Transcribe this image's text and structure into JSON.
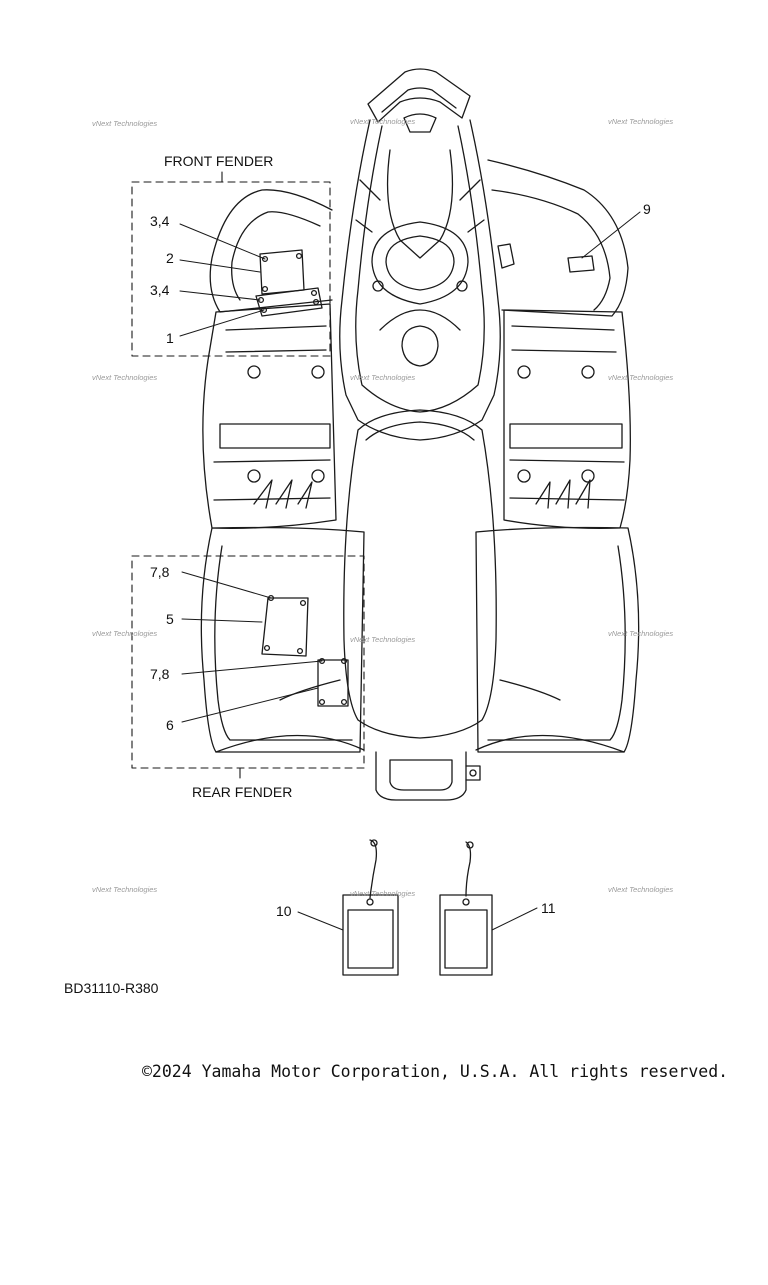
{
  "diagram": {
    "code": "BD31110-R380",
    "groups": {
      "front": "FRONT FENDER",
      "rear": "REAR FENDER"
    },
    "callouts": {
      "c34a": "3,4",
      "c2": "2",
      "c34b": "3,4",
      "c1": "1",
      "c9": "9",
      "c78a": "7,8",
      "c5": "5",
      "c78b": "7,8",
      "c6": "6",
      "c10": "10",
      "c11": "11"
    },
    "watermark": "vNext Technologies",
    "copyright": "©2024 Yamaha Motor Corporation, U.S.A. All rights reserved."
  }
}
